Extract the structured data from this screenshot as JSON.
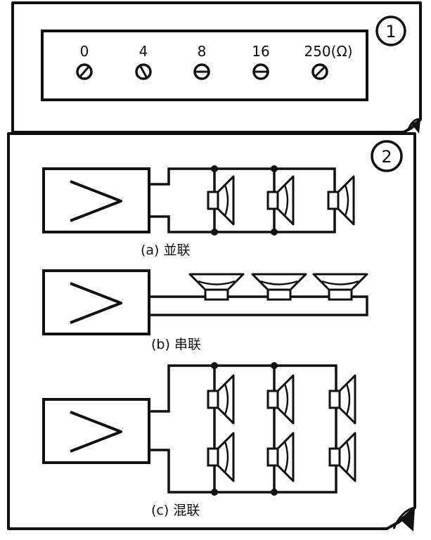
{
  "panel1": {
    "number": "1",
    "taps": [
      "0",
      "4",
      "8",
      "16",
      "250(Ω)"
    ]
  },
  "panel2": {
    "number": "2",
    "parallel_caption": "(a) 並联",
    "series_caption": "(b) 串联",
    "mixed_caption": "(c) 混联"
  },
  "colors": {
    "ink": "#111111",
    "paper": "#ffffff"
  }
}
